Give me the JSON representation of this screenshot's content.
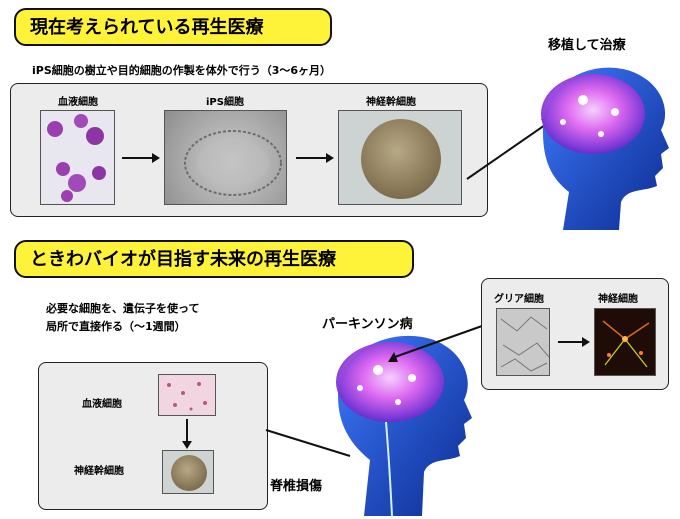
{
  "section_current": {
    "banner": "現在考えられている再生医療",
    "caption": "iPS細胞の樹立や目的細胞の作製を体外で行う（3〜6ヶ月）",
    "labels": {
      "blood": "血液細胞",
      "ips": "iPS細胞",
      "neural": "神経幹細胞"
    },
    "transplant": "移植して治療"
  },
  "section_future": {
    "banner": "ときわバイオが目指す未来の再生医療",
    "caption_line1": "必要な細胞を、遺伝子を使って",
    "caption_line2": "局所で直接作る（〜1週間）",
    "labels": {
      "blood": "血液細胞",
      "neural": "神経幹細胞"
    },
    "parkinson": "パーキンソン病",
    "spinal": "脊椎損傷",
    "glia_box": {
      "glia": "グリア細胞",
      "neuron": "神経細胞"
    }
  },
  "colors": {
    "banner_yellow": "#fff33a",
    "box_gray": "#ececec",
    "head_blue": "#1b4fd8",
    "brain_glow": "#e86bf2",
    "blood_cell": "#9b3fb0",
    "neural_sphere": "#8a7a5a"
  }
}
